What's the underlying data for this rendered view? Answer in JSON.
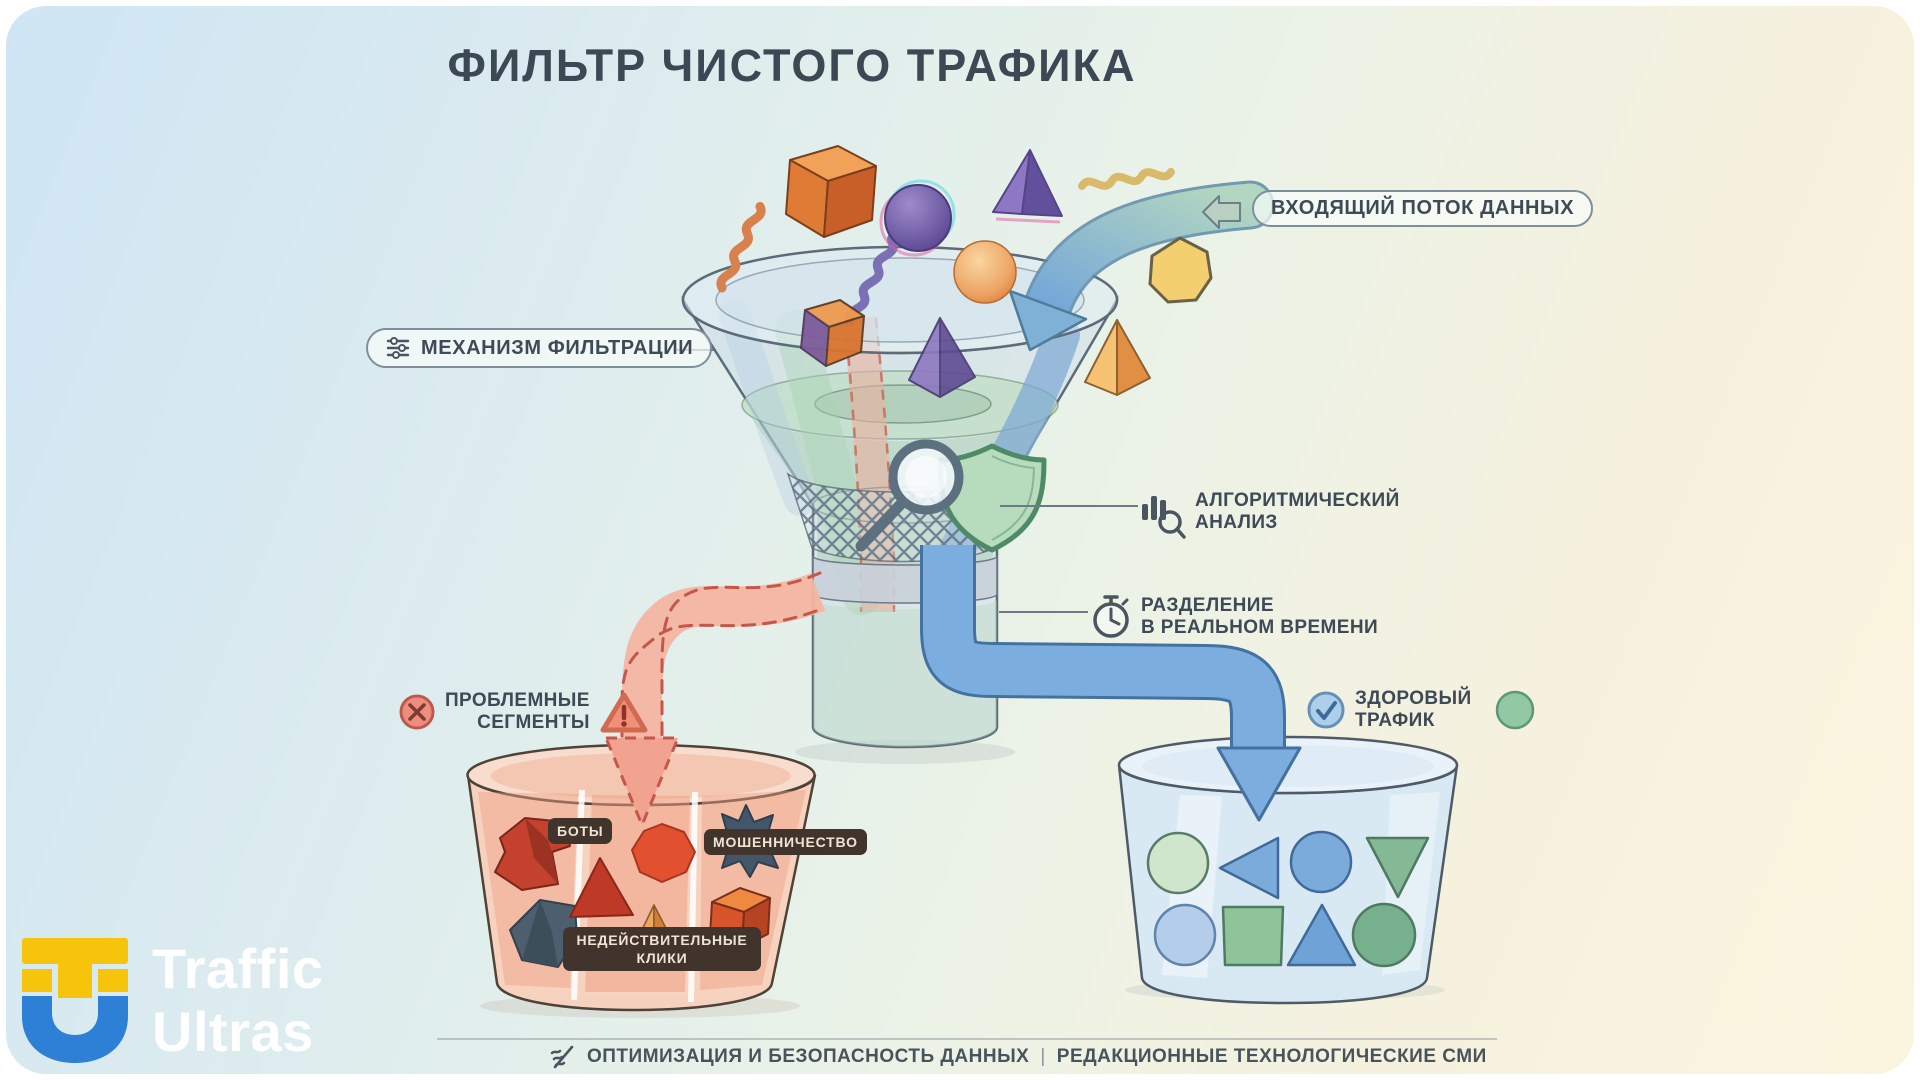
{
  "title": "ФИЛЬТР ЧИСТОГО ТРАФИКА",
  "annotations": {
    "incoming_flow": "ВХОДЯЩИЙ ПОТОК ДАННЫХ",
    "filter_mechanism": "МЕХАНИЗМ ФИЛЬТРАЦИИ",
    "algorithmic_analysis": [
      "АЛГОРИТМИЧЕСКИЙ",
      "АНАЛИЗ"
    ],
    "realtime_separation": [
      "РАЗДЕЛЕНИЕ",
      "В РЕАЛЬНОМ ВРЕМЕНИ"
    ],
    "problem_segments": [
      "ПРОБЛЕМНЫЕ",
      "СЕГМЕНТЫ"
    ],
    "healthy_traffic": [
      "ЗДОРОВЫЙ",
      "ТРАФИК"
    ]
  },
  "problem_bucket": {
    "tags": [
      "БОТЫ",
      "МОШЕННИЧЕСТВО",
      "НЕДЕЙСТВИТЕЛЬНЫЕ КЛИКИ"
    ]
  },
  "brand": {
    "line1": "Traffic",
    "line2": "Ultras"
  },
  "footer": {
    "left": "ОПТИМИЗАЦИЯ И БЕЗОПАСНОСТЬ ДАННЫХ",
    "separator": "|",
    "right": "РЕДАКЦИОННЫЕ ТЕХНОЛОГИЧЕСКИЕ СМИ"
  },
  "colors": {
    "background_blue": "#cfe5f5",
    "background_cream": "#fbf4df",
    "text_dark": "#3c4854",
    "problem_red": "#e04f2e",
    "problem_bucket_fill": "#f7d0bd",
    "healthy_blue": "#7baede",
    "healthy_green": "#8fc49b",
    "brand_yellow": "#f6c50b",
    "brand_blue": "#2e7fd6",
    "tag_background": "#41342d"
  }
}
